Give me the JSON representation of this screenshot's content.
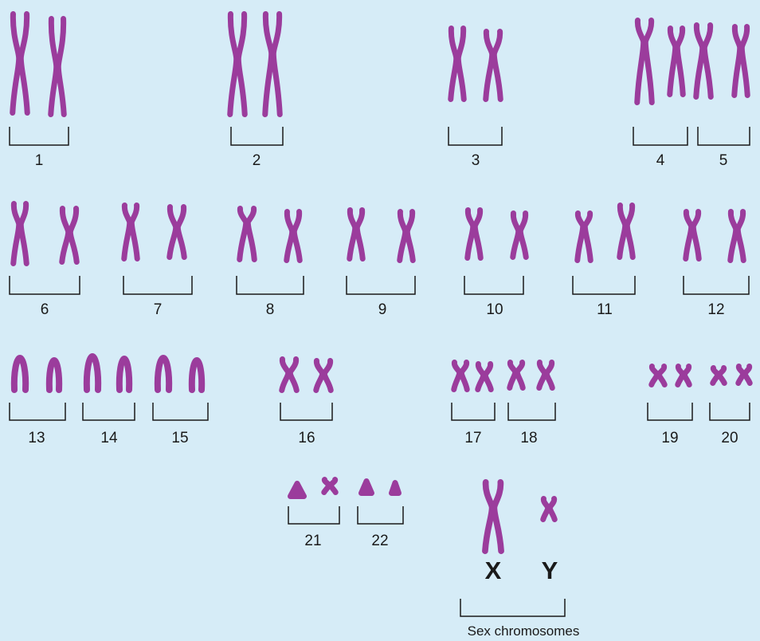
{
  "colors": {
    "background": "#d6ecf7",
    "chromosome": "#9b3c9c",
    "bracket": "#1a1a1a"
  },
  "pairs": [
    {
      "label": "1"
    },
    {
      "label": "2"
    },
    {
      "label": "3"
    },
    {
      "label": "4"
    },
    {
      "label": "5"
    },
    {
      "label": "6"
    },
    {
      "label": "7"
    },
    {
      "label": "8"
    },
    {
      "label": "9"
    },
    {
      "label": "10"
    },
    {
      "label": "11"
    },
    {
      "label": "12"
    },
    {
      "label": "13"
    },
    {
      "label": "14"
    },
    {
      "label": "15"
    },
    {
      "label": "16"
    },
    {
      "label": "17"
    },
    {
      "label": "18"
    },
    {
      "label": "19"
    },
    {
      "label": "20"
    },
    {
      "label": "21"
    },
    {
      "label": "22"
    }
  ],
  "sex": {
    "x_label": "X",
    "y_label": "Y",
    "caption": "Sex chromosomes"
  }
}
